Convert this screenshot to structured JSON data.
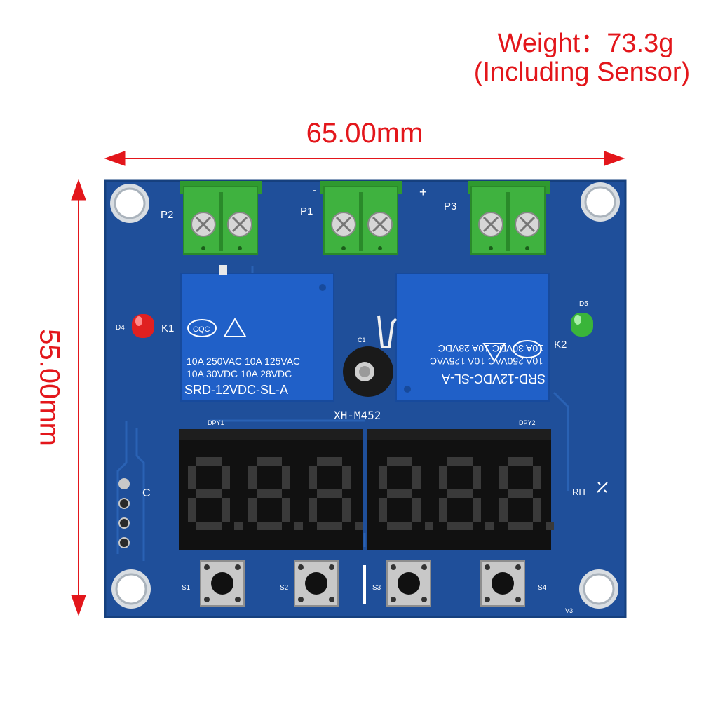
{
  "annotations": {
    "weight": "Weight：73.3g",
    "including_sensor": "(Including Sensor)",
    "width": "65.00mm",
    "height": "55.00mm"
  },
  "board": {
    "model": "XH-M452",
    "terminals": {
      "p1": "P1",
      "p2": "P2",
      "p3": "P3",
      "minus": "-",
      "plus": "+"
    },
    "relays": {
      "k1": {
        "label": "K1",
        "line1": "10A 250VAC  10A 125VAC",
        "line2": "10A  30VDC  10A  28VDC",
        "model": "SRD-12VDC-SL-A"
      },
      "k2": {
        "label": "K2",
        "line1": "10A 250VAC  10A 125VAC",
        "line2": "10A  30VDC  10A  28VDC",
        "model": "SRD-12VDC-SL-A"
      }
    },
    "leds": {
      "d4": "D4",
      "d5": "D5"
    },
    "capacitor": "C1",
    "displays": {
      "dpy1": "DPY1",
      "dpy2": "DPY2"
    },
    "header_label": "C",
    "rh_label": "RH",
    "buttons": {
      "s1": "S1",
      "s2": "S2",
      "s3": "S3",
      "s4": "S4"
    },
    "version": "V3"
  },
  "colors": {
    "annotation": "#e3161b",
    "pcb": "#1f4f9a",
    "relay": "#2060c8",
    "terminal": "#3fb23f",
    "led_red": "#e02020",
    "led_green": "#3ab53a"
  }
}
